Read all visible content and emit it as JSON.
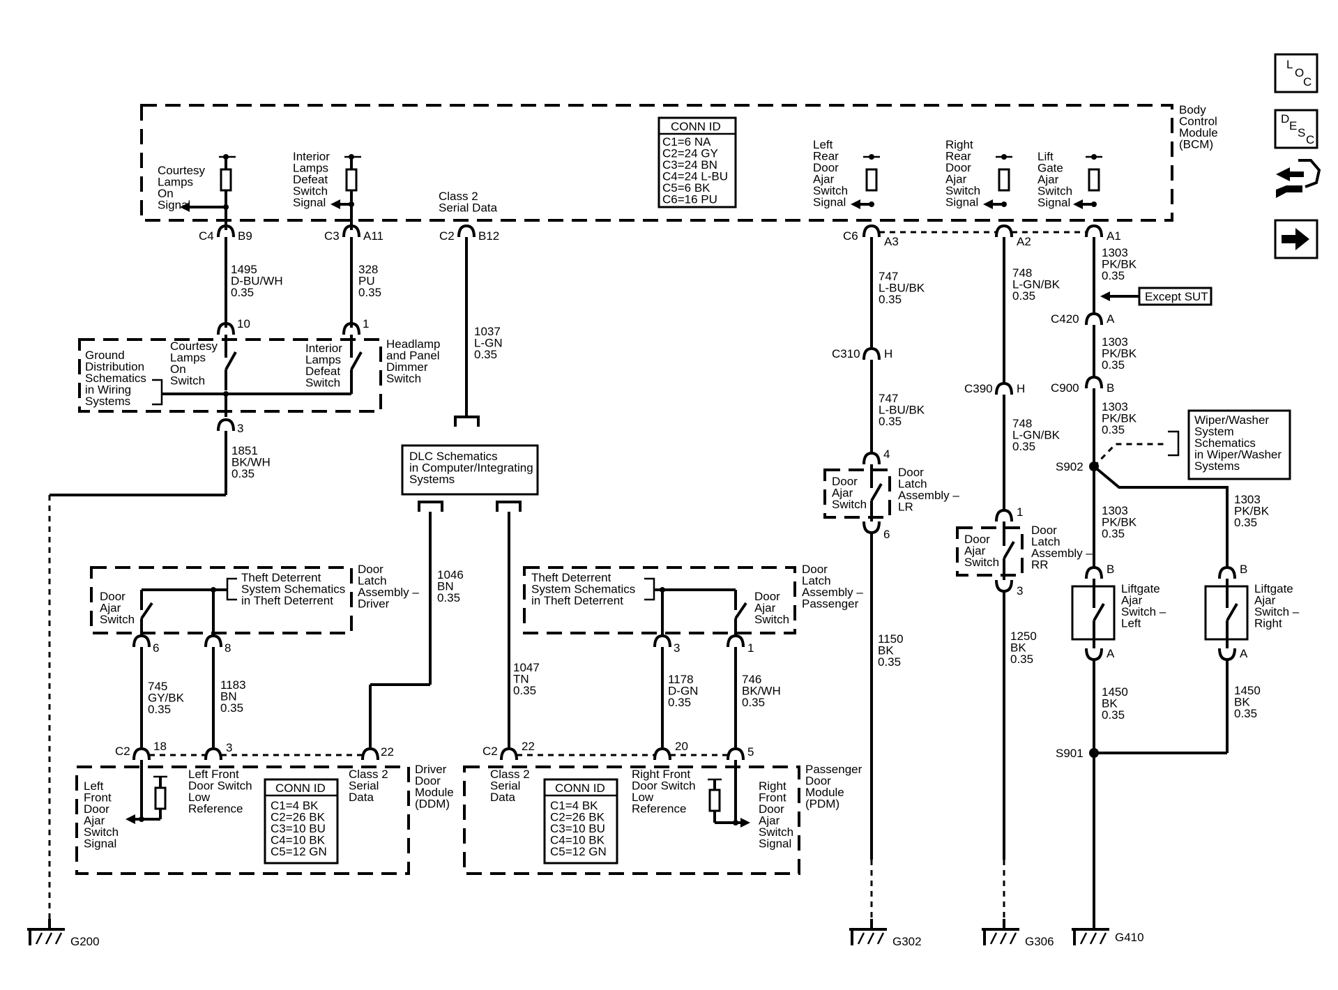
{
  "modules": {
    "bcm": [
      "Body",
      "Control",
      "Module",
      "(BCM)"
    ],
    "ddm": [
      "Driver",
      "Door",
      "Module",
      "(DDM)"
    ],
    "pdm": [
      "Passenger",
      "Door",
      "Module",
      "(PDM)"
    ]
  },
  "bcm_conn": {
    "title": "CONN ID",
    "lines": [
      "C1=6 NA",
      "C2=24 GY",
      "C3=24 BN",
      "C4=24 L-BU",
      "C5=6 BK",
      "C6=16 PU"
    ]
  },
  "ddm_conn": {
    "title": "CONN ID",
    "lines": [
      "C1=4 BK",
      "C2=26 BK",
      "C3=10 BU",
      "C4=10 BK",
      "C5=12 GN"
    ]
  },
  "pdm_conn": {
    "title": "CONN ID",
    "lines": [
      "C1=4 BK",
      "C2=26 BK",
      "C3=10 BU",
      "C4=10 BK",
      "C5=12 GN"
    ]
  },
  "bcm_signals": {
    "courtesy": [
      "Courtesy",
      "Lamps",
      "On",
      "Signal"
    ],
    "interior": [
      "Interior",
      "Lamps",
      "Defeat",
      "Switch",
      "Signal"
    ],
    "class2": [
      "Class 2",
      "Serial Data"
    ],
    "left_rear": [
      "Left",
      "Rear",
      "Door",
      "Ajar",
      "Switch",
      "Signal"
    ],
    "right_rear": [
      "Right",
      "Rear",
      "Door",
      "Ajar",
      "Switch",
      "Signal"
    ],
    "lift_gate": [
      "Lift",
      "Gate",
      "Ajar",
      "Switch",
      "Signal"
    ]
  },
  "pins": {
    "c4": "C4",
    "b9": "B9",
    "c3": "C3",
    "a11": "A11",
    "c2": "C2",
    "b12": "B12",
    "c6": "C6",
    "a3": "A3",
    "a2": "A2",
    "a1": "A1",
    "p10": "10",
    "p1": "1",
    "p3": "3",
    "c420": "C420",
    "a": "A",
    "c900": "C900",
    "b": "B",
    "c310": "C310",
    "h": "H",
    "c390": "C390",
    "h2": "H",
    "p4": "4",
    "p6": "6",
    "p1r": "1",
    "p3r": "3",
    "s902": "S902",
    "s901": "S901",
    "lift_b": "B",
    "lift_a": "A",
    "liftr_b": "B",
    "liftr_a": "A",
    "d6": "6",
    "d8": "8",
    "d18": "18",
    "d3": "3",
    "d22": "22",
    "c2d": "C2",
    "p22": "22",
    "c2p": "C2",
    "p20": "20",
    "p5": "5",
    "p3p": "3",
    "p1p": "1"
  },
  "wires": {
    "w1495": [
      "1495",
      "D-BU/WH",
      "0.35"
    ],
    "w328": [
      "328",
      "PU",
      "0.35"
    ],
    "w1037": [
      "1037",
      "L-GN",
      "0.35"
    ],
    "w1851": [
      "1851",
      "BK/WH",
      "0.35"
    ],
    "w747a": [
      "747",
      "L-BU/BK",
      "0.35"
    ],
    "w747b": [
      "747",
      "L-BU/BK",
      "0.35"
    ],
    "w748a": [
      "748",
      "L-GN/BK",
      "0.35"
    ],
    "w748b": [
      "748",
      "L-GN/BK",
      "0.35"
    ],
    "w1303a": [
      "1303",
      "PK/BK",
      "0.35"
    ],
    "w1303b": [
      "1303",
      "PK/BK",
      "0.35"
    ],
    "w1303c": [
      "1303",
      "PK/BK",
      "0.35"
    ],
    "w1303d": [
      "1303",
      "PK/BK",
      "0.35"
    ],
    "w1303e": [
      "1303",
      "PK/BK",
      "0.35"
    ],
    "w1046": [
      "1046",
      "BN",
      "0.35"
    ],
    "w1047": [
      "1047",
      "TN",
      "0.35"
    ],
    "w745": [
      "745",
      "GY/BK",
      "0.35"
    ],
    "w1183": [
      "1183",
      "BN",
      "0.35"
    ],
    "w1178": [
      "1178",
      "D-GN",
      "0.35"
    ],
    "w746": [
      "746",
      "BK/WH",
      "0.35"
    ],
    "w1150": [
      "1150",
      "BK",
      "0.35"
    ],
    "w1250": [
      "1250",
      "BK",
      "0.35"
    ],
    "w1450a": [
      "1450",
      "BK",
      "0.35"
    ],
    "w1450b": [
      "1450",
      "BK",
      "0.35"
    ]
  },
  "components": {
    "ground_dist": [
      "Ground",
      "Distribution",
      "Schematics",
      "in Wiring",
      "Systems"
    ],
    "courtesy_switch": [
      "Courtesy",
      "Lamps",
      "On",
      "Switch"
    ],
    "interior_switch": [
      "Interior",
      "Lamps",
      "Defeat",
      "Switch"
    ],
    "headlamp": [
      "Headlamp",
      "and Panel",
      "Dimmer",
      "Switch"
    ],
    "dlc": [
      "DLC Schematics",
      "in Computer/Integrating",
      "Systems"
    ],
    "except_sut": "Except SUT",
    "wiper": [
      "Wiper/Washer",
      "System",
      "Schematics",
      "in Wiper/Washer",
      "Systems"
    ],
    "door_ajar_lr": [
      "Door",
      "Ajar",
      "Switch"
    ],
    "latch_lr": [
      "Door",
      "Latch",
      "Assembly –",
      "LR"
    ],
    "door_ajar_rr": [
      "Door",
      "Ajar",
      "Switch"
    ],
    "latch_rr": [
      "Door",
      "Latch",
      "Assembly –",
      "RR"
    ],
    "liftgate_left": [
      "Liftgate",
      "Ajar",
      "Switch –",
      "Left"
    ],
    "liftgate_right": [
      "Liftgate",
      "Ajar",
      "Switch –",
      "Right"
    ],
    "theft_drv": [
      "Theft Deterrent",
      "System Schematics",
      "in Theft Deterrent"
    ],
    "theft_pass": [
      "Theft Deterrent",
      "System Schematics",
      "in Theft Deterrent"
    ],
    "door_ajar_drv": [
      "Door",
      "Ajar",
      "Switch"
    ],
    "door_ajar_pass": [
      "Door",
      "Ajar",
      "Switch"
    ],
    "latch_drv": [
      "Door",
      "Latch",
      "Assembly –",
      "Driver"
    ],
    "latch_pass": [
      "Door",
      "Latch",
      "Assembly –",
      "Passenger"
    ],
    "lf_signal": [
      "Left",
      "Front",
      "Door",
      "Ajar",
      "Switch",
      "Signal"
    ],
    "lf_lowref": [
      "Left Front",
      "Door Switch",
      "Low",
      "Reference"
    ],
    "ddm_class2": [
      "Class 2",
      "Serial",
      "Data"
    ],
    "pdm_class2": [
      "Class 2",
      "Serial",
      "Data"
    ],
    "rf_lowref": [
      "Right Front",
      "Door Switch",
      "Low",
      "Reference"
    ],
    "rf_signal": [
      "Right",
      "Front",
      "Door",
      "Ajar",
      "Switch",
      "Signal"
    ]
  },
  "grounds": {
    "g200": "G200",
    "g302": "G302",
    "g306": "G306",
    "g410": "G410"
  },
  "side_icons": {
    "loc": [
      "L",
      "O",
      "C"
    ],
    "desc": [
      "D",
      "E",
      "S",
      "C"
    ],
    "icons": [
      "connector-wrench-icon",
      "arrow-right-icon"
    ]
  }
}
